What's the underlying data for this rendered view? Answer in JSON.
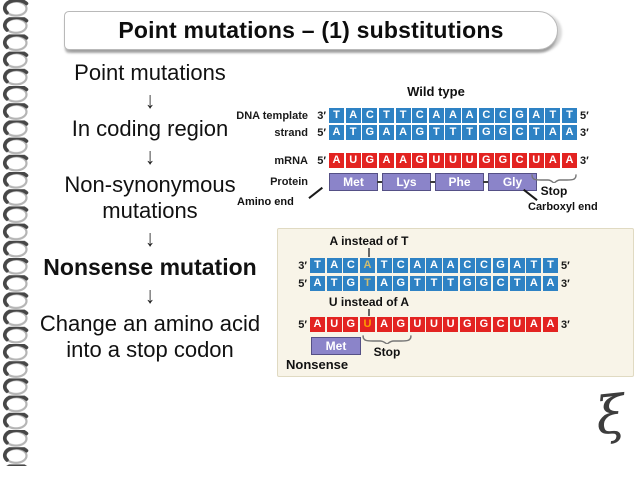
{
  "slide": {
    "title": "Point mutations – (1) substitutions"
  },
  "flow": {
    "arrow_glyph": "↓",
    "items": [
      {
        "label": "Point mutations",
        "emphasis": "normal"
      },
      {
        "label": "In coding region",
        "emphasis": "normal"
      },
      {
        "label": "Non-synonymous mutations",
        "emphasis": "normal"
      },
      {
        "label": "Nonsense mutation",
        "emphasis": "bold"
      },
      {
        "label": "Change an amino acid into a stop codon",
        "emphasis": "normal"
      }
    ]
  },
  "wild_type": {
    "heading": "Wild type",
    "labels": {
      "dna_line1": "DNA template",
      "dna_line2": "strand",
      "mrna": "mRNA",
      "protein": "Protein",
      "amino_end": "Amino end",
      "carboxyl_end": "Carboxyl end",
      "stop": "Stop"
    },
    "rows": {
      "template": {
        "left_prime": "3′",
        "letters": "TACTTCAAACCGATT",
        "right_prime": "5′"
      },
      "coding": {
        "left_prime": "5′",
        "letters": "ATGAAGTTTGGCTAA",
        "right_prime": "3′"
      },
      "mrna": {
        "left_prime": "5′",
        "letters": "AUGAAGUUUGGCUAA",
        "right_prime": "3′"
      }
    },
    "amino_acids": [
      "Met",
      "Lys",
      "Phe",
      "Gly"
    ]
  },
  "nonsense": {
    "annotation_dna": "A instead of T",
    "annotation_rna": "U instead of A",
    "rows": {
      "template": {
        "left_prime": "3′",
        "letters": "TACATCAAACCGATT",
        "right_prime": "5′",
        "highlight_index": 3
      },
      "coding": {
        "left_prime": "5′",
        "letters": "ATGTAGTTTGGCTAA",
        "right_prime": "3′",
        "highlight_index": 3
      },
      "mrna": {
        "left_prime": "5′",
        "letters": "AUGUAGUUUGGCUAA",
        "right_prime": "3′",
        "highlight_index": 3
      }
    },
    "amino_acids": [
      "Met"
    ],
    "stop_label": "Stop",
    "caption": "Nonsense"
  },
  "decorations": {
    "flourish_glyph": "ξ"
  },
  "colors": {
    "ink": "#111111",
    "dna-blue": "#2e82c4",
    "rna-red": "#e32321",
    "protein-purple": "#8b84c9",
    "highlight-tan": "#cdbd72",
    "highlight-orange": "#ff9e00",
    "panel-cream": "#f8f4e8"
  }
}
